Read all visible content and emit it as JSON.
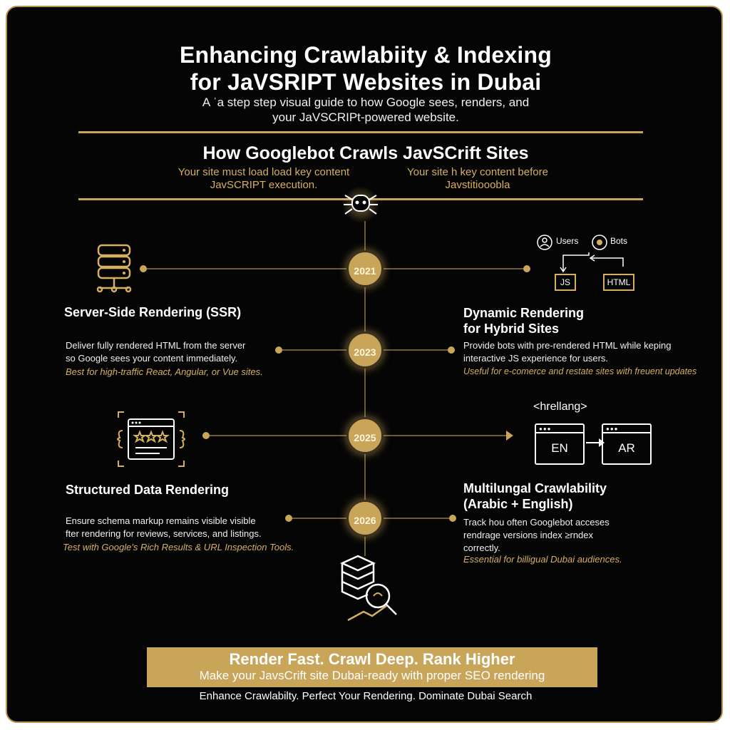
{
  "header": {
    "title_line1": "Enhancing Crawlabiity & Indexing",
    "title_line2": "for JaVSRIPT Websites in Dubai",
    "subtitle_line1": "A ˈa step step visual guide to how Google sees, renders, and",
    "subtitle_line2": "your JaVSCRIPt-powered website."
  },
  "crawl_section": {
    "title": "How Googlebot Crawls JavSCrift Sites",
    "left_note_line1": "Your site must load load key content",
    "left_note_line2": "JavSCRIPT execution.",
    "right_note_line1": "Your site h key content before",
    "right_note_line2": "Javstitiooobla"
  },
  "timeline": {
    "years": [
      "2021",
      "2023",
      "2025",
      "2026"
    ]
  },
  "ssr": {
    "title": "Server-Side Rendering (SSR)",
    "desc_line1": "Deliver fully rendered HTML from the server",
    "desc_line2": "so Google sees your content immediately.",
    "note": "Best for high-traffic React, Angular, or Vue sites."
  },
  "dynamic": {
    "diagram": {
      "users_label": "Users",
      "bots_label": "Bots",
      "js_label": "JS",
      "html_label": "HTML"
    },
    "title_line1": "Dynamic Rendering",
    "title_line2": "for Hybrid Sites",
    "desc_line1": "Provide bots with pre-rendered HTML while keping",
    "desc_line2": "interactive JS experience for users.",
    "note": "Useful for e-comerce and restate sites with freuent updates"
  },
  "structured": {
    "title": "Structured Data Rendering",
    "desc_line1": "Ensure schema markup remains visible visible",
    "desc_line2": "fter rendering for reviews, services, and listings.",
    "note": "Test with Google's Rich Results & URL Inspection Tools."
  },
  "multilingual": {
    "tag": "<hrellang>",
    "en_label": "EN",
    "ar_label": "AR",
    "title_line1": "Multilungal Crawlability",
    "title_line2": "(Arabic + English)",
    "desc_line1": "Track hou often Googlebot acceses",
    "desc_line2": "rendrage versions index ≥rndex",
    "desc_line3": "correctly.",
    "note": "Essential for billigual Dubai audiences."
  },
  "cta": {
    "line1": "Render Fast. Crawl Deep. Rank Higher",
    "line2": "Make your JavsCrift site Dubai-ready with proper SEO rendering"
  },
  "footer": {
    "tagline": "Enhance Crawlabilty. Perfect Your Rendering. Dominate Dubai Search"
  },
  "colors": {
    "background": "#050505",
    "accent_gold": "#c9a55a",
    "text": "#ffffff"
  },
  "icons": [
    "spider-bot-icon",
    "server-database-icon",
    "users-icon",
    "bot-icon",
    "structured-data-browser-icon",
    "database-search-icon"
  ]
}
